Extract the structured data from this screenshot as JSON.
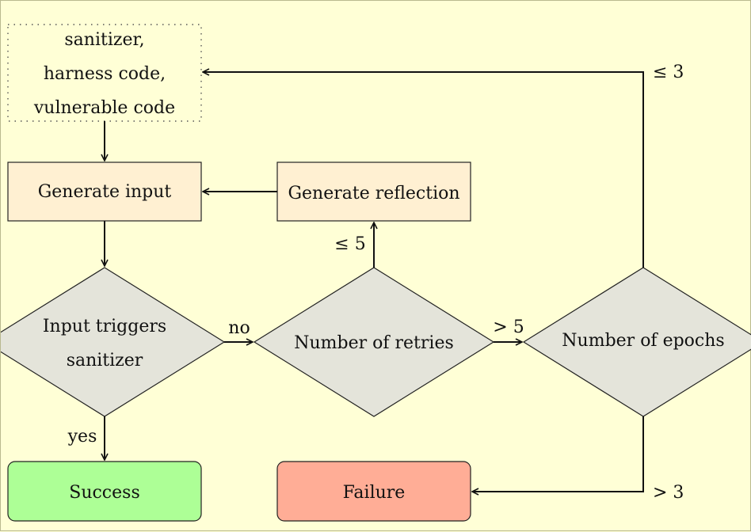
{
  "inputs_box": {
    "line1": "sanitizer,",
    "line2": "harness code,",
    "line3": "vulnerable code"
  },
  "nodes": {
    "generate_input": "Generate input",
    "generate_reflection": "Generate reflection",
    "triggers_line1": "Input triggers",
    "triggers_line2": "sanitizer",
    "retries": "Number of retries",
    "epochs": "Number of epochs",
    "success": "Success",
    "failure": "Failure"
  },
  "edge_labels": {
    "no": "no",
    "yes": "yes",
    "retries_le": "≤ 5",
    "retries_gt": "> 5",
    "epochs_le": "≤ 3",
    "epochs_gt": "> 3"
  },
  "colors": {
    "background": "#ffffd6",
    "process_fill": "#fff0d2",
    "decision_fill": "#e4e4da",
    "success_fill": "#adff96",
    "failure_fill": "#ffad96"
  }
}
